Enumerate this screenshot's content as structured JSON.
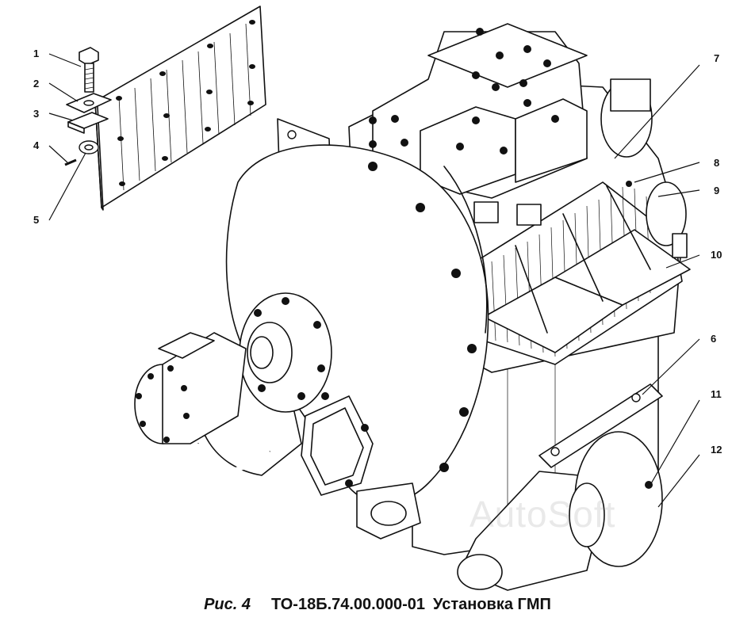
{
  "caption": {
    "figure": "Рис. 4",
    "code": "ТО-18Б.74.00.000-01",
    "title": "Установка ГМП"
  },
  "watermark": "AutoSoft",
  "callouts": [
    "1",
    "2",
    "3",
    "4",
    "5",
    "6",
    "7",
    "8",
    "9",
    "10",
    "11",
    "12"
  ]
}
